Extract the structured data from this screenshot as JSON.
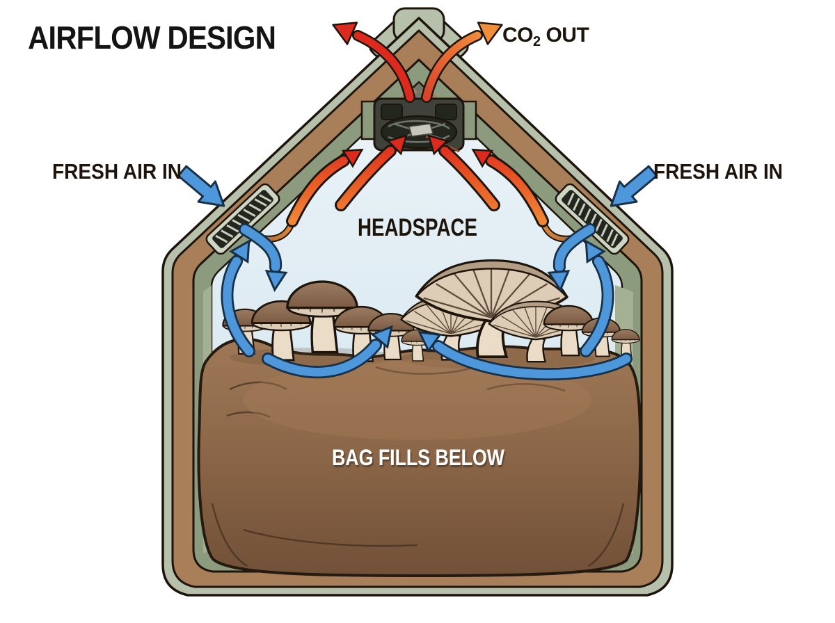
{
  "title": "AIRFLOW DESIGN",
  "labels": {
    "co2": {
      "prefix": "CO",
      "sub": "2",
      "suffix": " OUT"
    },
    "fresh_air_left": "FRESH AIR IN",
    "fresh_air_right": "FRESH AIR IN",
    "headspace": "HEADSPACE",
    "bag": "BAG FILLS BELOW"
  },
  "diagram": {
    "type": "cutaway-airflow-schematic",
    "subject": "mushroom fruiting chamber",
    "flows": [
      "fresh air enters through louvered vents on both sloped walls",
      "air circulates over mushrooms growing on substrate bag",
      "warm CO2-rich air rises through headspace to exhaust fan at peak",
      "CO2 exits out the roof peak"
    ]
  },
  "palette": {
    "ink": "#1d150c",
    "title_color": "#141414",
    "headspace_blue": "#d9e8f1",
    "headspace_blue_light": "#e9f2f7",
    "rim_green": "#b6c0ab",
    "cork_brown": "#a87f58",
    "wall_green": "#8c9a7e",
    "wall_green_light": "#a3b192",
    "attic_gray": "#70766a",
    "fan_body": "#3f423b",
    "fan_dark": "#23251f",
    "fan_hub": "#c7c7bd",
    "arrow_blue": "#4e97da",
    "arrow_blue_outline": "#173048",
    "flame_red": "#dc2a1e",
    "flame_orange": "#ef8f3a",
    "bag_brown": "#8a6547",
    "bag_brown_light": "#a07a57",
    "bag_brown_dark": "#6f4f37",
    "stem_cream": "#eadcc6",
    "cap_brown": "#8f6e55",
    "gill_cream": "#ddcdb6",
    "gill_line": "#5f4c3a",
    "oyster_top": "#b49d85",
    "vent_frame": "#cfd5c3",
    "vent_dark": "#23251f"
  }
}
